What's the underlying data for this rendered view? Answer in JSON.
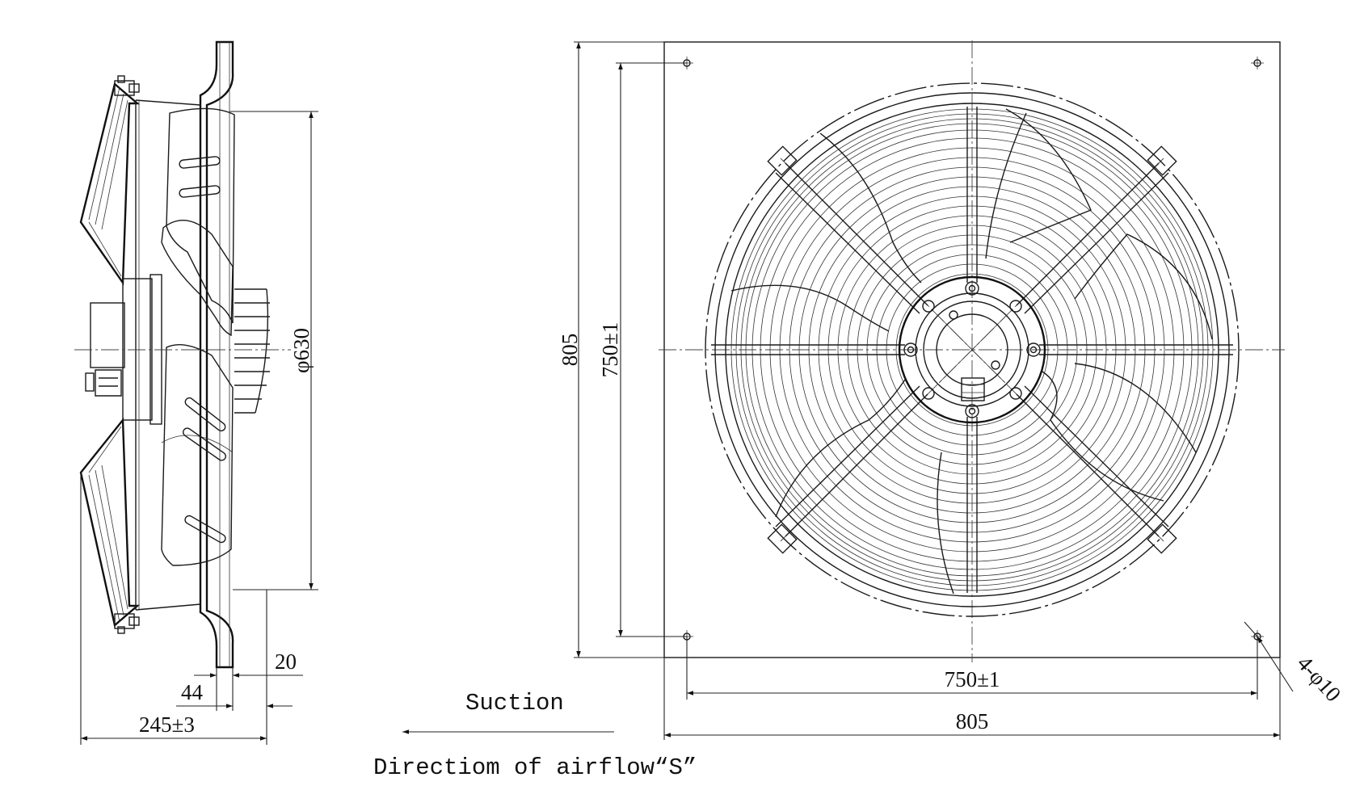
{
  "side_view": {
    "dimensions": {
      "impeller_diameter": "φ630",
      "flange_offset": "20",
      "guard_depth": "44",
      "overall_depth": "245±3"
    }
  },
  "front_view": {
    "dimensions": {
      "plate_height": "805",
      "hole_pitch_vertical": "750±1",
      "hole_pitch_horizontal": "750±1",
      "plate_width": "805",
      "mounting_holes": "4-φ10"
    }
  },
  "airflow": {
    "label": "Suction",
    "caption": "Directiom of airflow“S”"
  }
}
